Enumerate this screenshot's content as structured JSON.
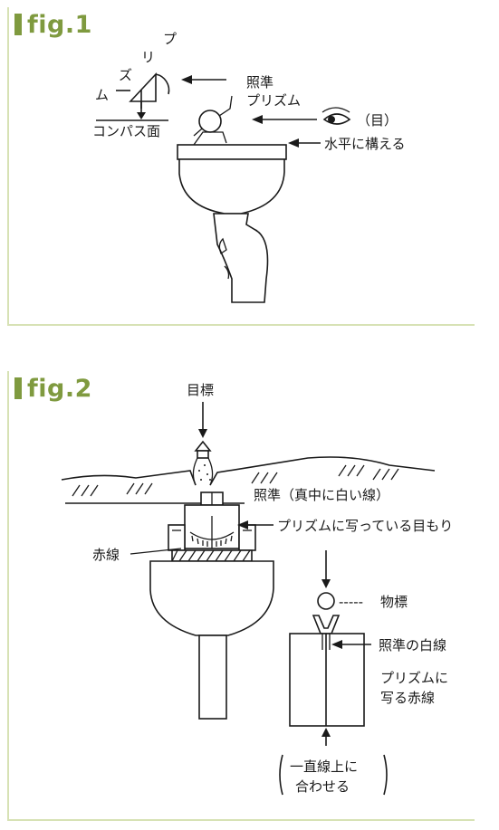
{
  "fig1": {
    "title": "fig.1",
    "labels": {
      "prism_kana": [
        "プ",
        "リ",
        "ズ",
        "ム"
      ],
      "compass_face": "コンパス面",
      "sighting_prism_line1": "照準",
      "sighting_prism_line2": "プリズム",
      "eye": "（目）",
      "hold_level": "水平に構える"
    }
  },
  "fig2": {
    "title": "fig.2",
    "labels": {
      "target": "目標",
      "sight_line": "照準（真中に白い線）",
      "prism_scale": "プリズムに写っている目もり",
      "red_line": "赤線",
      "object_mark": "物標",
      "white_line_of_sight": "照準の白線",
      "red_line_in_prism_line1": "プリズムに",
      "red_line_in_prism_line2": "写る赤線",
      "align_line1": "一直線上に",
      "align_line2": "合わせる"
    }
  },
  "colors": {
    "accent": "#7f9a3f",
    "frame": "#d7e2b5",
    "ink": "#1a1a1a"
  }
}
